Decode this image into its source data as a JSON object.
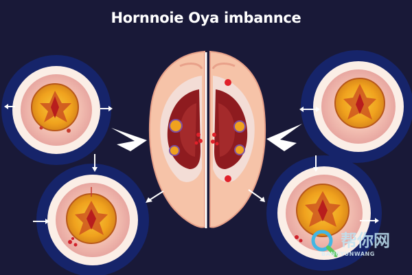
{
  "title": "Hornnoie Oya imbannce",
  "watermark": {
    "main": "帮你网",
    "sub": "BANGYUNWANG"
  },
  "colors": {
    "background": "#191938",
    "circle_ring": "#16246a",
    "follicle_yellow": "#f2a91c",
    "tissue_pink": "#f6c7b3",
    "deep_red": "#8e1b1f"
  },
  "icons": [
    "arrow-left-icon",
    "arrow-right-icon",
    "arrow-down-icon",
    "double-arrow-icon",
    "chevron-arrow-icon",
    "magnifier-logo-icon"
  ]
}
